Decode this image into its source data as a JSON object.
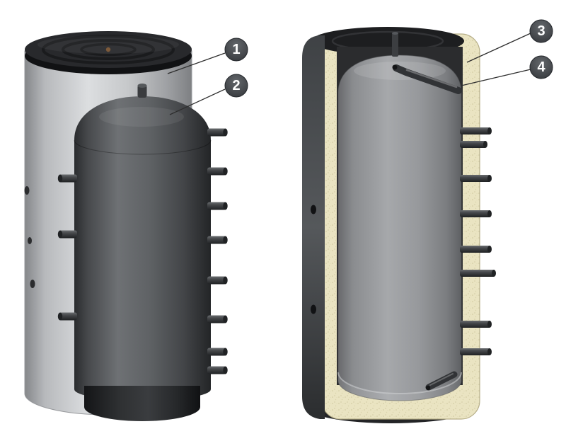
{
  "callouts": [
    {
      "number": "1",
      "points_to": "outer-casing"
    },
    {
      "number": "2",
      "points_to": "buffer-tank-vessel"
    },
    {
      "number": "3",
      "points_to": "insulation-layer"
    },
    {
      "number": "4",
      "points_to": "internal-pipe"
    }
  ],
  "colors": {
    "background": "#ffffff",
    "casing_light_gray": "#c9cbcd",
    "tank_dark_gray": "#54575a",
    "insulation_cream": "#eae4c2",
    "lid_black": "#1e1f21",
    "callout_fill": "#3a3d41",
    "callout_text": "#ffffff",
    "leader_line": "#2e2e2e"
  }
}
